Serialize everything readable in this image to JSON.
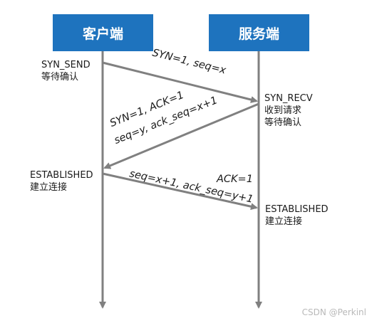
{
  "colors": {
    "box_fill": "#1e73be",
    "arrow": "#808080",
    "text": "#1a1a1a"
  },
  "client": {
    "title": "客户端",
    "state_syn_send": "SYN_SEND",
    "state_syn_send_desc": "等待确认",
    "state_established": "ESTABLISHED",
    "state_established_desc": "建立连接"
  },
  "server": {
    "title": "服务端",
    "state_syn_recv": "SYN_RECV",
    "state_syn_recv_desc1": "收到请求",
    "state_syn_recv_desc2": "等待确认",
    "state_established": "ESTABLISHED",
    "state_established_desc": "建立连接"
  },
  "messages": {
    "step1": "SYN=1, seq=x",
    "step2_line1": "SYN=1, ACK=1",
    "step2_line2": "seq=y, ack_seq=x+1",
    "step3_line1": "ACK=1",
    "step3_line2": "seq=x+1, ack_seq=y+1"
  },
  "watermark": "CSDN @Perkinl"
}
